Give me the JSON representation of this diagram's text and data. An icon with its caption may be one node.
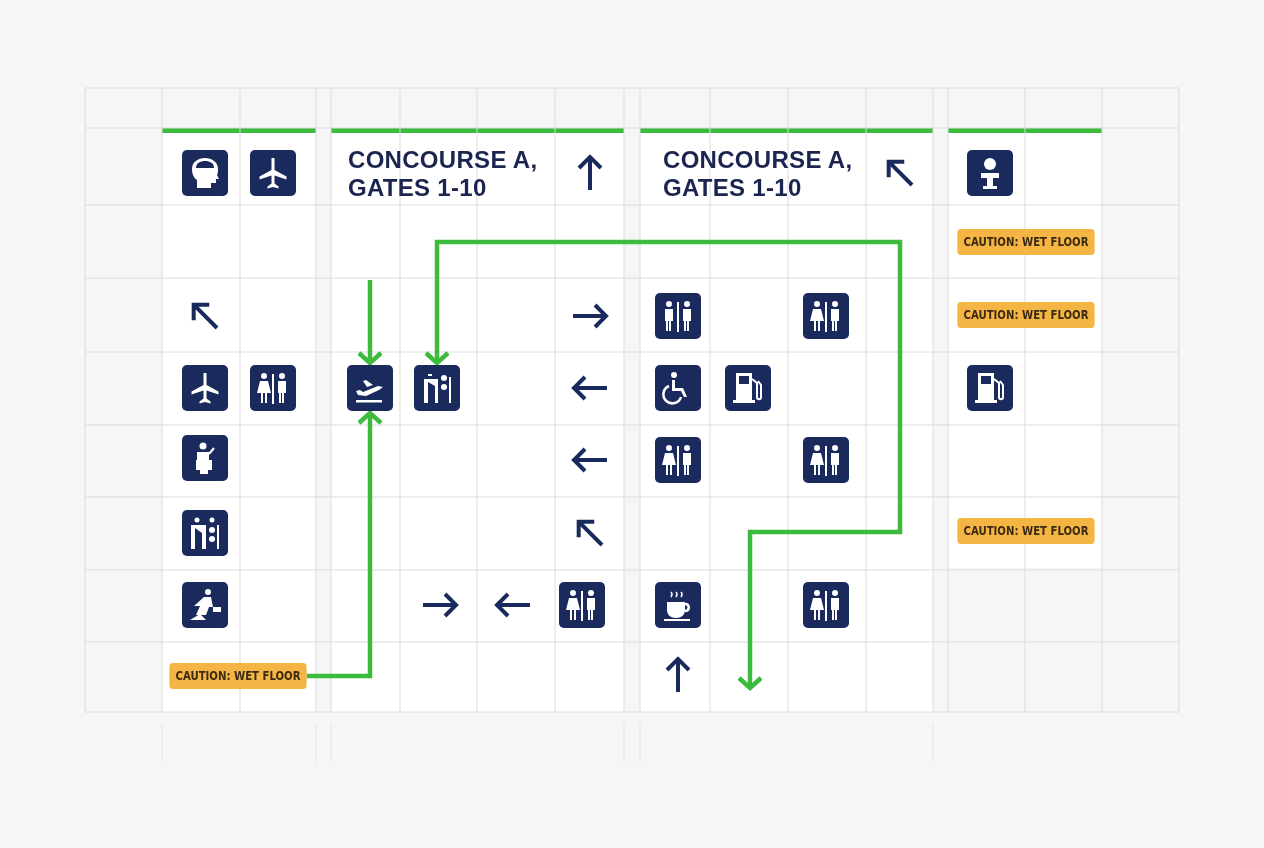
{
  "diagram": {
    "nodes": [
      {
        "text": [
          "CONCOURSE A, GATES 1-10"
        ]
      },
      {
        "text": [
          "CONCOURSE A, GATES 1-10"
        ]
      },
      {
        "text": [
          "CAUTION: WET FLOOR"
        ]
      },
      {
        "text": [
          "CAUTION: WET FLOOR"
        ]
      },
      {
        "text": [],
        "shape": "picture"
      },
      {
        "text": [],
        "shape": "picture"
      },
      {
        "text": [
          "CAUTION: WET FLOOR"
        ]
      },
      {
        "text": [
          "CAUTION: WET FLOOR"
        ]
      }
    ],
    "edges": [
      {
        "from": 7,
        "to": 4,
        "arrow": "to"
      },
      {
        "from": null,
        "to": 4,
        "arrow": "to"
      },
      {
        "from": 5,
        "to": null,
        "arrow": "both"
      }
    ]
  }
}
